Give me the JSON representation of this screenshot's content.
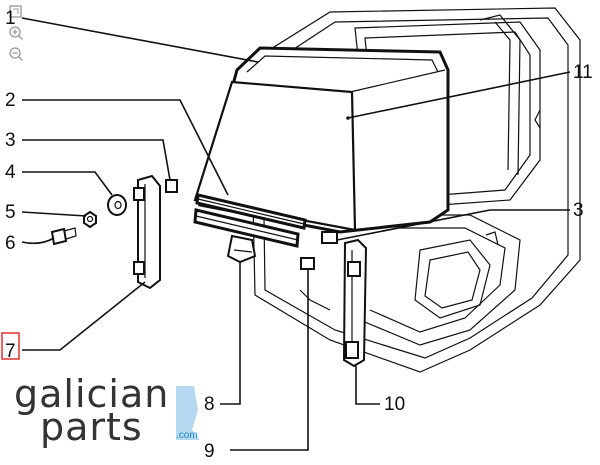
{
  "diagram": {
    "callouts": [
      {
        "id": "1",
        "label": "1"
      },
      {
        "id": "2",
        "label": "2"
      },
      {
        "id": "3a",
        "label": "3"
      },
      {
        "id": "4",
        "label": "4"
      },
      {
        "id": "5",
        "label": "5"
      },
      {
        "id": "6",
        "label": "6"
      },
      {
        "id": "7",
        "label": "7"
      },
      {
        "id": "8",
        "label": "8"
      },
      {
        "id": "9",
        "label": "9"
      },
      {
        "id": "10",
        "label": "10"
      },
      {
        "id": "11",
        "label": "11"
      },
      {
        "id": "3b",
        "label": "3"
      }
    ],
    "selected_callout": "7",
    "highlight_color": "#e03030"
  },
  "toolbar": {
    "icons": [
      "fit-icon",
      "zoom-in-icon",
      "zoom-out-icon"
    ]
  },
  "logo": {
    "line1": "galician",
    "line2": "parts",
    "suffix": ".com",
    "accent_color": "#1e88c8"
  }
}
